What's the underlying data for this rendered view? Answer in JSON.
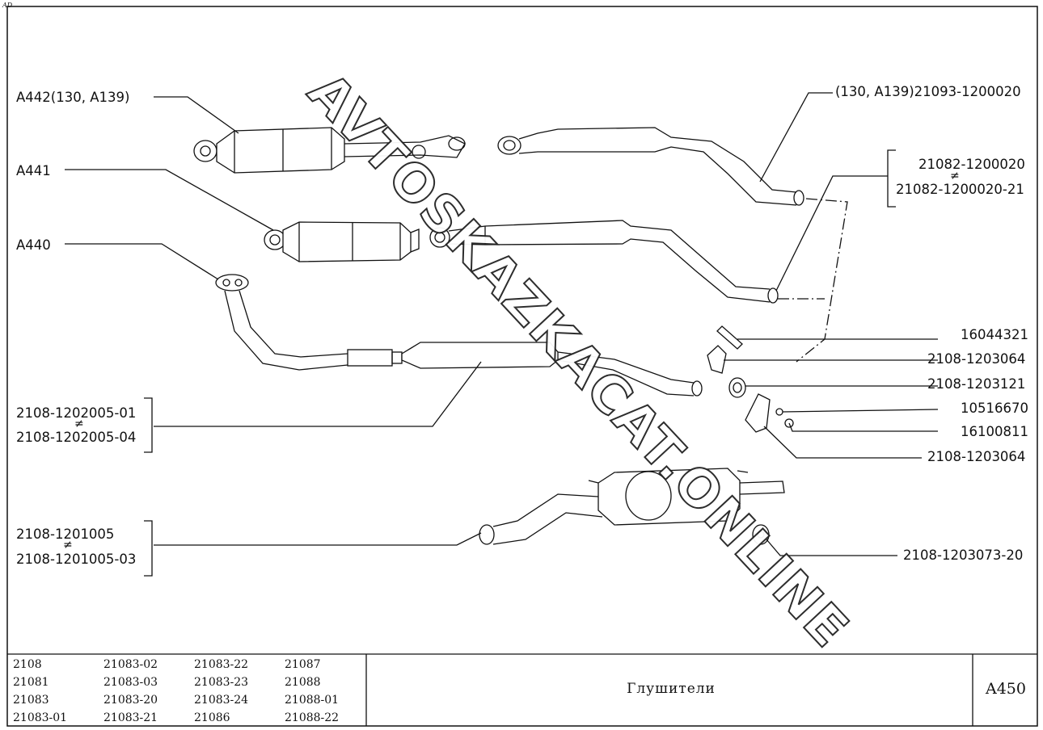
{
  "corner_mark": "AD",
  "watermark": "AVTOSKAZKACAT.ONLINE",
  "labels": {
    "a442": "A442(130, A139)",
    "a441": "A441",
    "a440": "A440",
    "front_a": "2108-1202005-01",
    "front_b": "2108-1202005-04",
    "rear_a": "2108-1201005",
    "rear_b": "2108-1201005-03",
    "mid130": "(130, A139)21093-1200020",
    "mid_a": "21082-1200020",
    "mid_b": "21082-1200020-21",
    "p1": "16044321",
    "p2": "2108-1203064",
    "p3": "2108-1203121",
    "p4": "10516670",
    "p5": "16100811",
    "p6": "2108-1203064",
    "p7": "2108-1203073-20",
    "neq": "≠"
  },
  "title_block": {
    "models": [
      [
        "2108",
        "21081",
        "21083",
        "21083-01"
      ],
      [
        "21083-02",
        "21083-03",
        "21083-20",
        "21083-21"
      ],
      [
        "21083-22",
        "21083-23",
        "21083-24",
        "21086"
      ],
      [
        "21087",
        "21088",
        "21088-01",
        "21088-22"
      ]
    ],
    "title": "Глушители",
    "code": "A450"
  }
}
